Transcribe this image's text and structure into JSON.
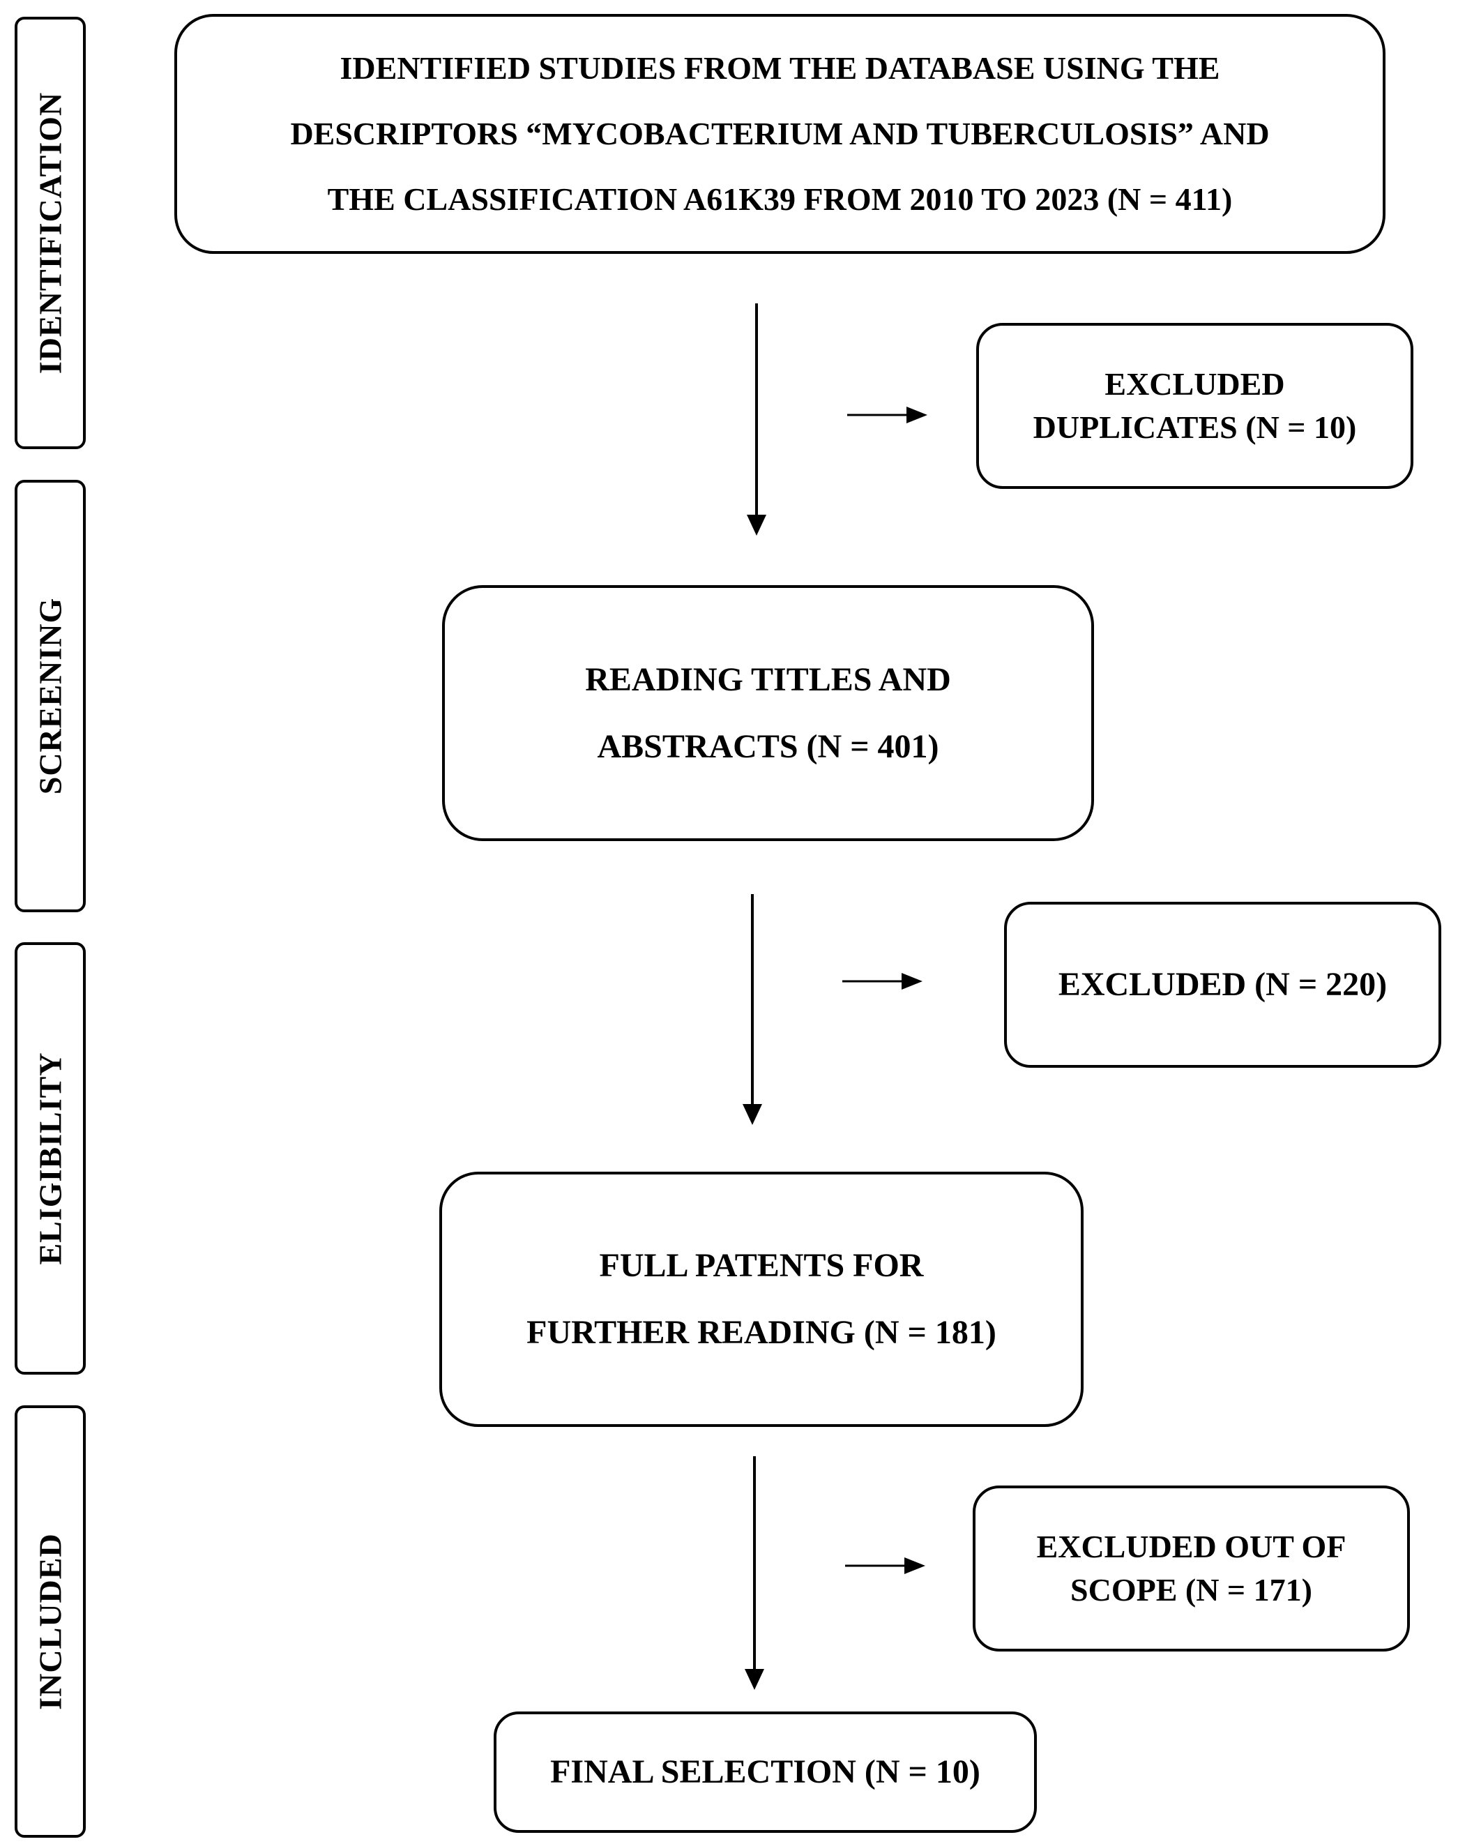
{
  "stages": {
    "identification": "IDENTIFICATION",
    "screening": "SCREENING",
    "eligibility": "ELIGIBILITY",
    "included": "INCLUDED"
  },
  "flow": {
    "identified": "IDENTIFIED STUDIES FROM THE DATABASE USING THE\nDESCRIPTORS “MYCOBACTERIUM AND TUBERCULOSIS” AND\nTHE CLASSIFICATION A61K39 FROM 2010 TO 2023 (N = 411)",
    "reading_titles": "READING TITLES AND\nABSTRACTS (N = 401)",
    "full_patents": "FULL PATENTS FOR\nFURTHER READING (N = 181)",
    "final_selection": "FINAL SELECTION (N = 10)"
  },
  "exclusions": {
    "duplicates": "EXCLUDED\nDUPLICATES (N = 10)",
    "excluded_220": "EXCLUDED (N = 220)",
    "out_of_scope": "EXCLUDED OUT OF\nSCOPE (N = 171)"
  }
}
